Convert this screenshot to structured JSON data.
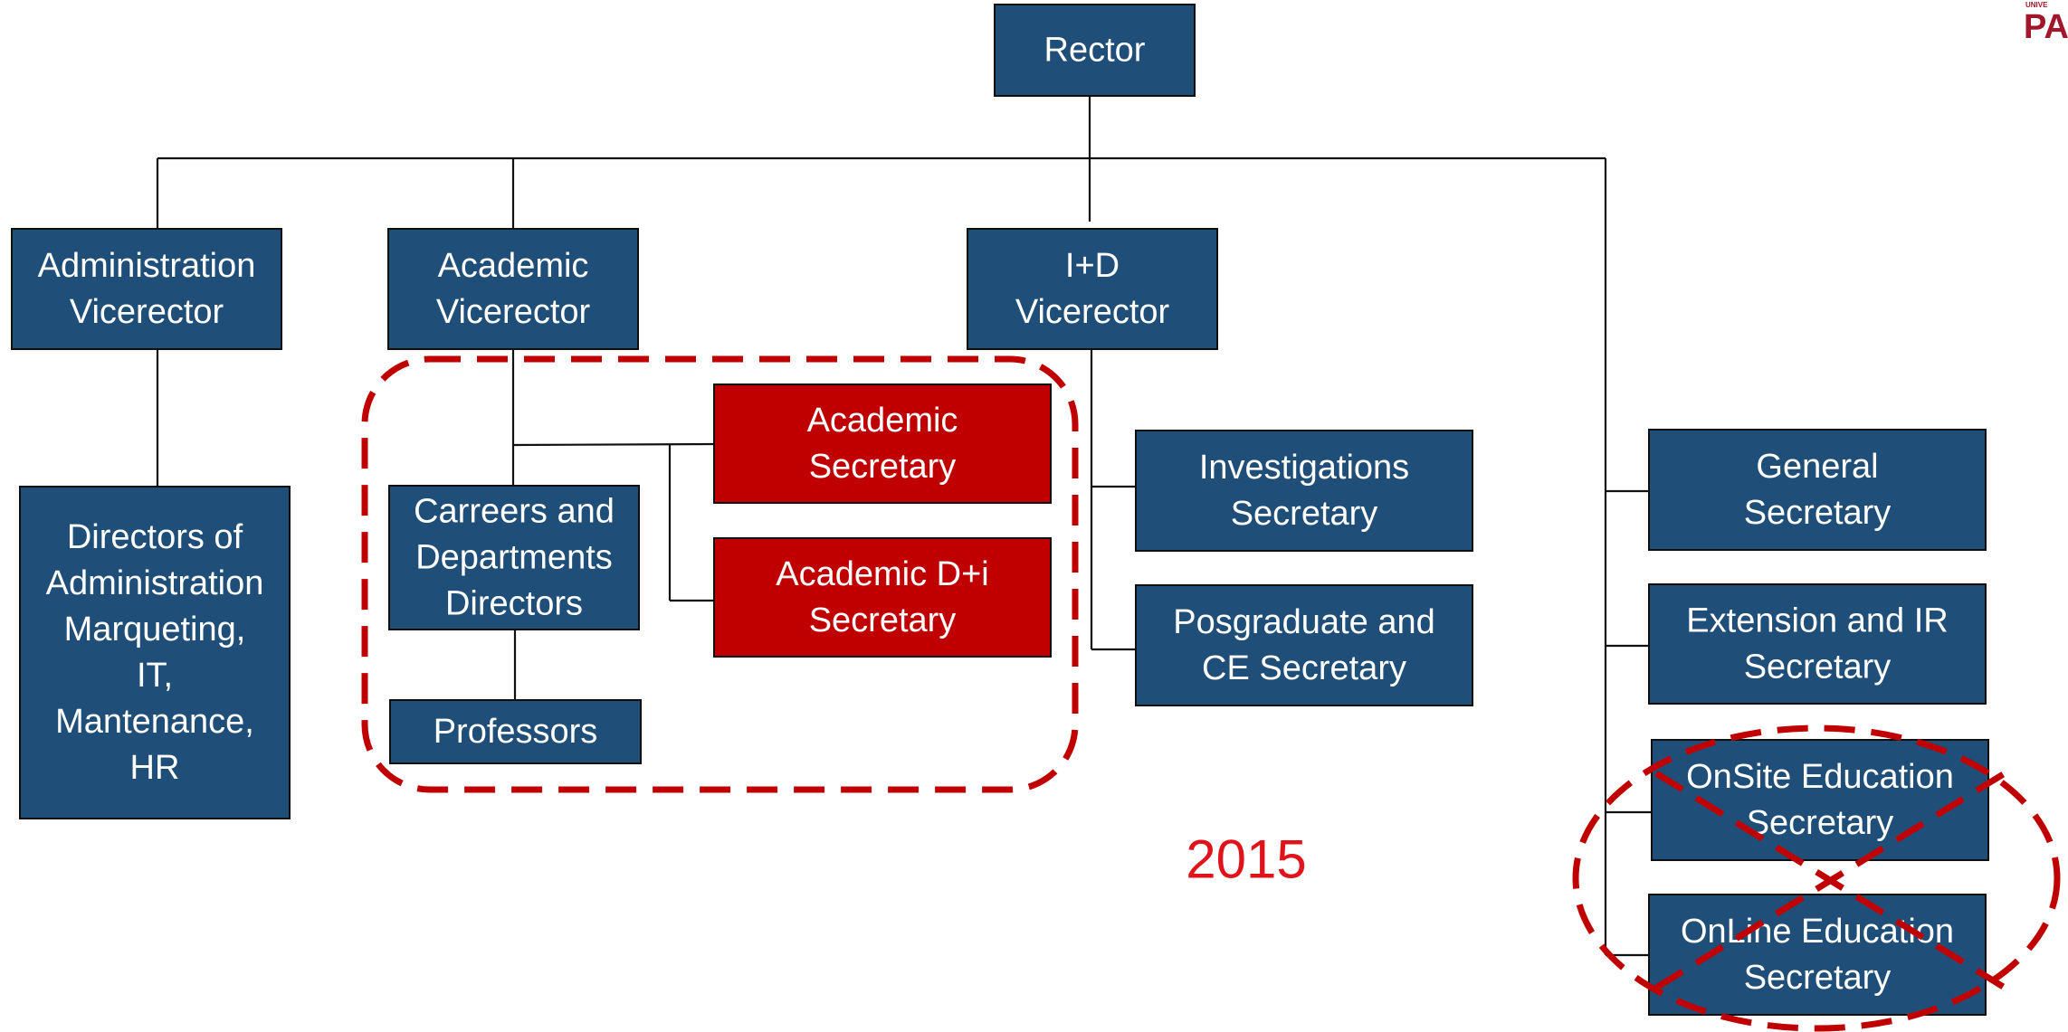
{
  "colors": {
    "node_blue": "#1f4e79",
    "node_red": "#c00000",
    "dash_red": "#c00000",
    "year_red": "#e0121a",
    "logo": "#a0162a"
  },
  "logo": {
    "small_text": "UNIVE",
    "big_text": "PAS"
  },
  "year_label": "2015",
  "nodes": [
    {
      "id": "rector",
      "lines": [
        "Rector"
      ],
      "style": "blue"
    },
    {
      "id": "admin-vicerector",
      "lines": [
        "Administration",
        "Vicerector"
      ],
      "style": "blue"
    },
    {
      "id": "academic-vicerector",
      "lines": [
        "Academic",
        "Vicerector"
      ],
      "style": "blue"
    },
    {
      "id": "id-vicerector",
      "lines": [
        "I+D",
        "Vicerector"
      ],
      "style": "blue"
    },
    {
      "id": "directors-admin",
      "lines": [
        "Directors of",
        "Administration",
        "Marqueting,",
        "IT,",
        "Mantenance,",
        "HR"
      ],
      "style": "blue"
    },
    {
      "id": "academic-secretary",
      "lines": [
        "Academic",
        "Secretary"
      ],
      "style": "red"
    },
    {
      "id": "academic-di-secretary",
      "lines": [
        "Academic D+i",
        "Secretary"
      ],
      "style": "red"
    },
    {
      "id": "careers-directors",
      "lines": [
        "Carreers and",
        "Departments",
        "Directors"
      ],
      "style": "blue"
    },
    {
      "id": "professors",
      "lines": [
        "Professors"
      ],
      "style": "blue"
    },
    {
      "id": "investigations-secretary",
      "lines": [
        "Investigations",
        "Secretary"
      ],
      "style": "blue"
    },
    {
      "id": "posgraduate-secretary",
      "lines": [
        "Posgraduate and",
        "CE Secretary"
      ],
      "style": "blue"
    },
    {
      "id": "general-secretary",
      "lines": [
        "General",
        "Secretary"
      ],
      "style": "blue"
    },
    {
      "id": "extension-secretary",
      "lines": [
        "Extension and IR",
        "Secretary"
      ],
      "style": "blue"
    },
    {
      "id": "onsite-secretary",
      "lines": [
        "OnSite Education",
        "Secretary"
      ],
      "style": "blue"
    },
    {
      "id": "online-secretary",
      "lines": [
        "OnLine Education",
        "Secretary"
      ],
      "style": "blue"
    }
  ]
}
